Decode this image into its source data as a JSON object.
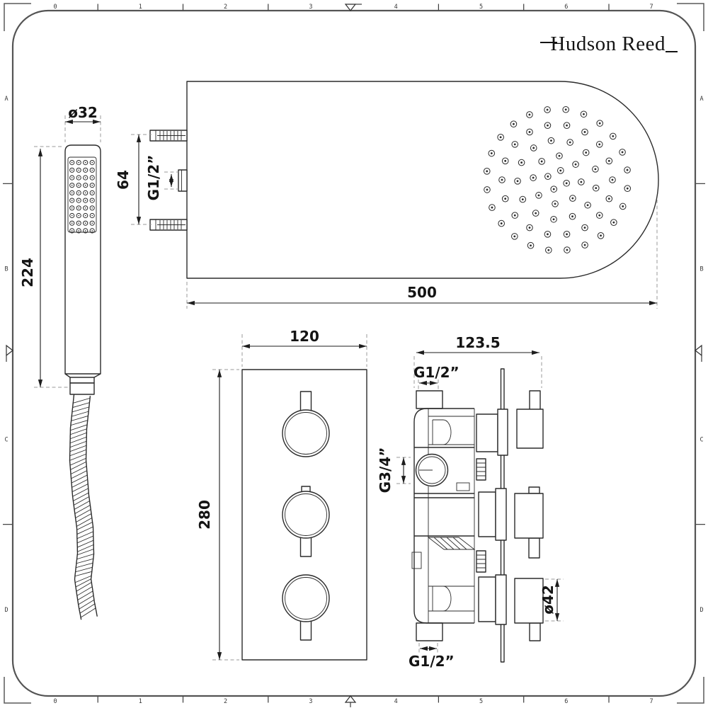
{
  "brand": {
    "logo_text": "Hudson Reed"
  },
  "frame": {
    "top_numbers": [
      "0",
      "1",
      "2",
      "3",
      "4",
      "5",
      "6",
      "7"
    ],
    "bottom_numbers": [
      "0",
      "1",
      "2",
      "3",
      "4",
      "5",
      "6",
      "7"
    ],
    "left_letters": [
      "A",
      "B",
      "C",
      "D"
    ],
    "right_letters": [
      "A",
      "B",
      "C",
      "D"
    ]
  },
  "colors": {
    "line": "#2b2b2b",
    "frame_border": "#545454",
    "extension": "#9a9a9a"
  },
  "views": {
    "handset": {
      "width_label": "ø32",
      "length_label": "224"
    },
    "head": {
      "port_spacing_label": "64",
      "inlet_label": "G1/2”",
      "width_label": "500"
    },
    "trim": {
      "width_label": "120",
      "height_label": "280"
    },
    "valve": {
      "depth_label": "123.5",
      "top_inlet_label": "G1/2”",
      "side_inlet_label": "G3/4”",
      "handle_label": "ø42",
      "bottom_inlet_label": "G1/2”"
    }
  }
}
